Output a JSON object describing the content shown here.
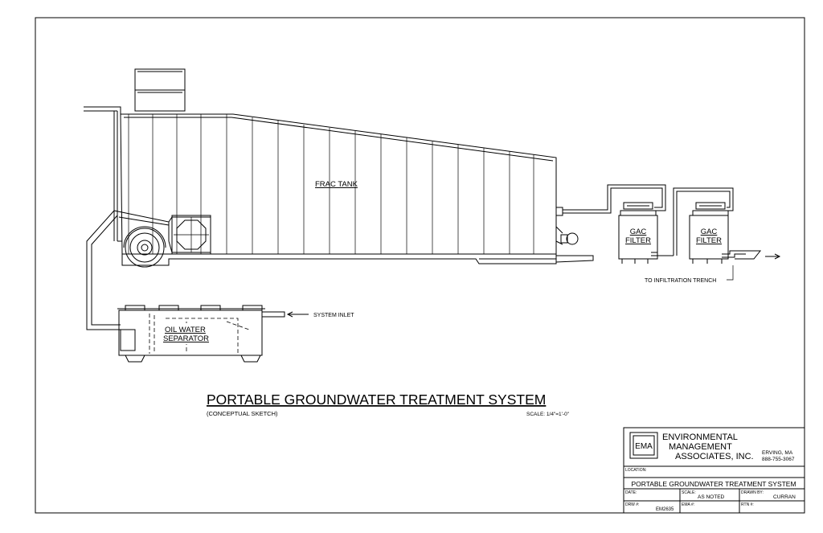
{
  "drawing": {
    "title": "PORTABLE GROUNDWATER TREATMENT SYSTEM",
    "subtitle": "(CONCEPTUAL SKETCH)",
    "scale_note": "SCALE: 1/4\"=1'-0\""
  },
  "labels": {
    "frac_tank": "FRAC TANK",
    "gac_1_line1": "GAC",
    "gac_1_line2": "FILTER",
    "gac_2_line1": "GAC",
    "gac_2_line2": "FILTER",
    "infiltration": "TO INFILTRATION TRENCH",
    "system_inlet": "SYSTEM INLET",
    "ows_line1": "OIL WATER",
    "ows_line2": "SEPARATOR"
  },
  "title_block": {
    "logo_text": "EMA",
    "company_line1": "ENVIRONMENTAL",
    "company_line2": "MANAGEMENT",
    "company_line3": "ASSOCIATES, INC.",
    "city": "ERVING, MA",
    "phone": "888-755-3067",
    "location_label": "LOCATION:",
    "project": "PORTABLE GROUNDWATER TREATMENT SYSTEM",
    "date_label": "DATE:",
    "scale_label": "SCALE:",
    "scale_value": "AS NOTED",
    "drawn_by_label": "DRAWN BY:",
    "drawn_by_value": "CURRAN",
    "drw_label": "DRW #:",
    "drw_value": "EM2635",
    "ema_label": "EMA #:",
    "rtn_label": "RTN #:"
  }
}
